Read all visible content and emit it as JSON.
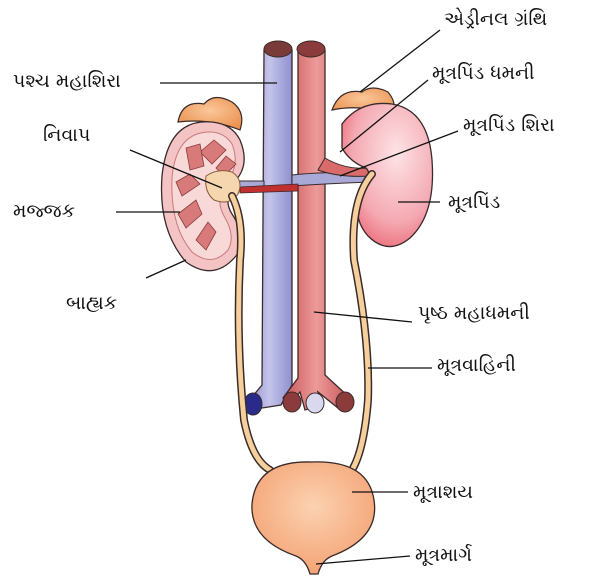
{
  "labels": {
    "adrenal_gland": "એડ્રીનલ ગ્રંથિ",
    "inferior_vena_cava": "પશ્ચ મહાશિરા",
    "renal_artery": "મૂત્રપિંડ ધમની",
    "renal_vein": "મૂત્રપિંડ શિરા",
    "pelvis": "નિવાપ",
    "medulla": "મજ્જક",
    "kidney": "મૂત્રપિંડ",
    "cortex": "બાહ્યક",
    "dorsal_aorta": "પૃષ્ઠ મહાધમની",
    "ureter": "મૂત્રવાહિની",
    "urinary_bladder": "મૂત્રાશય",
    "urethra": "મૂત્રમાર્ગ"
  },
  "colors": {
    "vein": "#a9a9d8",
    "artery": "#d96b6b",
    "kidney": "#f2a3ac",
    "adrenal": "#f2a66a",
    "ureter": "#f4c98e",
    "bladder": "#f4ad7e",
    "outline": "#3a2a2a"
  }
}
